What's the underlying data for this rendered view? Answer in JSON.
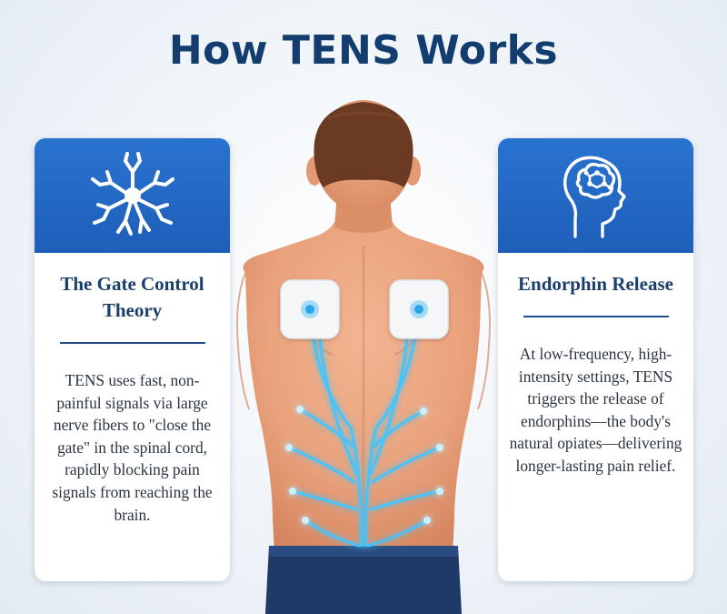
{
  "title": "How TENS Works",
  "cards": [
    {
      "icon": "neuron-icon",
      "title": "The Gate Control Theory",
      "body": "TENS uses fast, non-painful signals via large nerve fibers to \"close the gate\" in the spinal cord, rapidly blocking pain signals from reaching the brain."
    },
    {
      "icon": "brain-head-icon",
      "title": "Endorphin Release",
      "body": "At low-frequency, high-intensity settings, TENS triggers the release of endorphins—the body's natural opiates—delivering longer-lasting pain relief."
    }
  ],
  "colors": {
    "title": "#123d6e",
    "card_header": "#1d5eb8",
    "card_title": "#1a3f6b",
    "skin": "#e9a27c",
    "hair": "#6b3a22",
    "shorts": "#1f3a66",
    "nerve_glow": "#3fc6ff",
    "electrode_pad": "#f4f6f8"
  }
}
